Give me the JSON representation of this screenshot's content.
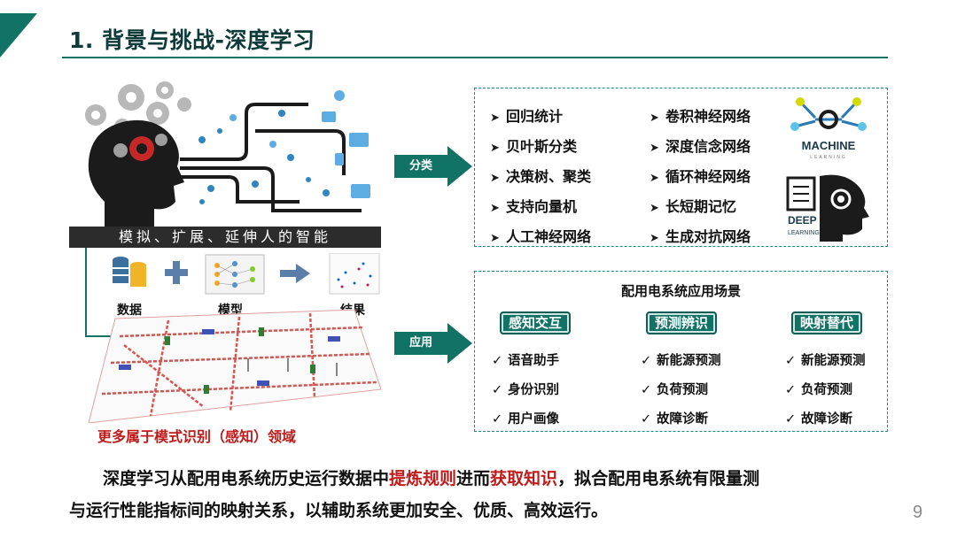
{
  "header": {
    "title": "1. 背景与挑战-深度学习"
  },
  "left": {
    "caption": "模拟、扩展、延伸人的智能",
    "flow": {
      "data_label": "数据",
      "model_label": "模型",
      "result_label": "结果"
    },
    "note": "更多属于模式识别（感知）领域"
  },
  "arrows": {
    "classify": "分类",
    "apply": "应用"
  },
  "classify": {
    "left_methods": [
      "回归统计",
      "贝叶斯分类",
      "决策树、聚类",
      "支持向量机",
      "人工神经网络"
    ],
    "right_methods": [
      "卷积神经网络",
      "深度信念网络",
      "循环神经网络",
      "长短期记忆",
      "生成对抗网络"
    ],
    "ml_logo": {
      "line1": "MACHINE",
      "line2": "LEARNING"
    },
    "dl_logo": {
      "line1": "DEEP",
      "line2": "LEARNING"
    }
  },
  "apply": {
    "title": "配用电系统应用场景",
    "columns": [
      {
        "heading": "感知交互",
        "items": [
          "语音助手",
          "身份识别",
          "用户画像"
        ]
      },
      {
        "heading": "预测辨识",
        "items": [
          "新能源预测",
          "负荷预测",
          "故障诊断"
        ]
      },
      {
        "heading": "映射替代",
        "items": [
          "新能源预测",
          "负荷预测",
          "故障诊断"
        ]
      }
    ]
  },
  "summary": {
    "p1": "深度学习从配用电系统历史运行数据中",
    "h1": "提炼规则",
    "p2": "进而",
    "h2": "获取知识",
    "p3": "，拟合配用电系统有限量测",
    "line2": "与运行性能指标间的映射关系，以辅助系统更加安全、优质、高效运行。"
  },
  "page_number": "9",
  "colors": {
    "accent": "#117266",
    "highlight": "#c01a1a"
  }
}
